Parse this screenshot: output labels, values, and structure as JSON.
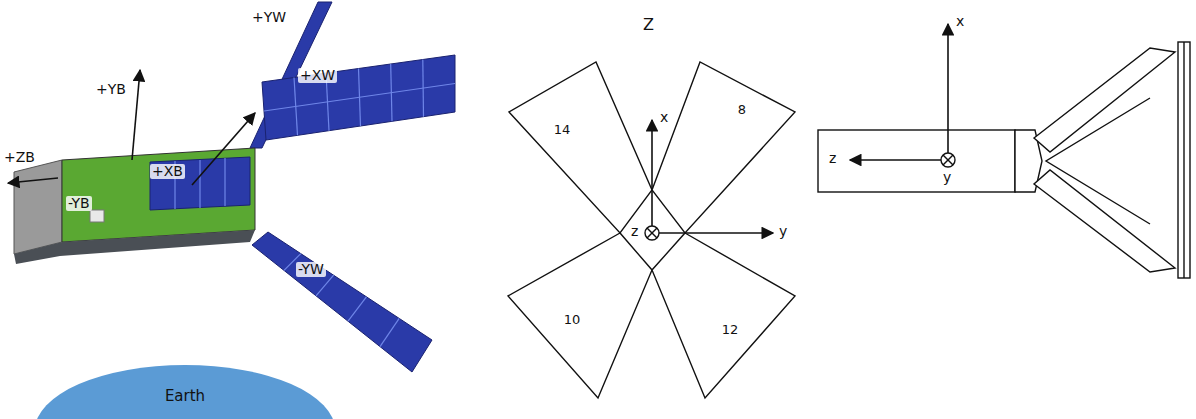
{
  "diagram": {
    "nodes": [
      {
        "text": [
          "14"
        ]
      },
      {
        "text": [
          "8"
        ]
      },
      {
        "text": [
          "10"
        ]
      },
      {
        "text": [
          "12"
        ]
      },
      {
        "text": [
          "Earth"
        ]
      }
    ],
    "labels": [
      "+YW",
      "+YB",
      "+XB",
      "+XW",
      "+ZB",
      "-YB",
      "-YW",
      "Z",
      "x",
      "z",
      "y",
      "x",
      "z",
      "y"
    ]
  }
}
